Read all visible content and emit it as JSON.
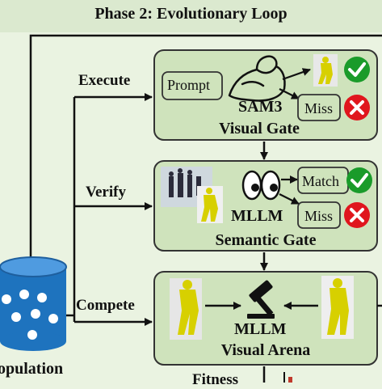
{
  "header": {
    "title": "Phase 2: Evolutionary Loop"
  },
  "edges": {
    "execute": "Execute",
    "verify": "Verify",
    "compete": "Compete",
    "fitness": "Fitness"
  },
  "population": {
    "label": "opulation"
  },
  "visual_gate": {
    "prompt": "Prompt",
    "model": "SAM3",
    "gate": "Visual Gate",
    "miss": "Miss",
    "model_icon": "flexed-arm-icon"
  },
  "semantic_gate": {
    "model": "MLLM",
    "gate": "Semantic Gate",
    "match": "Match",
    "miss": "Miss",
    "model_icon": "eyes-icon"
  },
  "visual_arena": {
    "model": "MLLM",
    "gate": "Visual Arena",
    "model_icon": "gavel-icon"
  },
  "colors": {
    "background": "#eaf3e1",
    "header": "#dbe9cf",
    "box_fill": "#cfe3bc",
    "pass": "#1a9b2a",
    "fail": "#e0161d",
    "mask": "#d7d000"
  }
}
